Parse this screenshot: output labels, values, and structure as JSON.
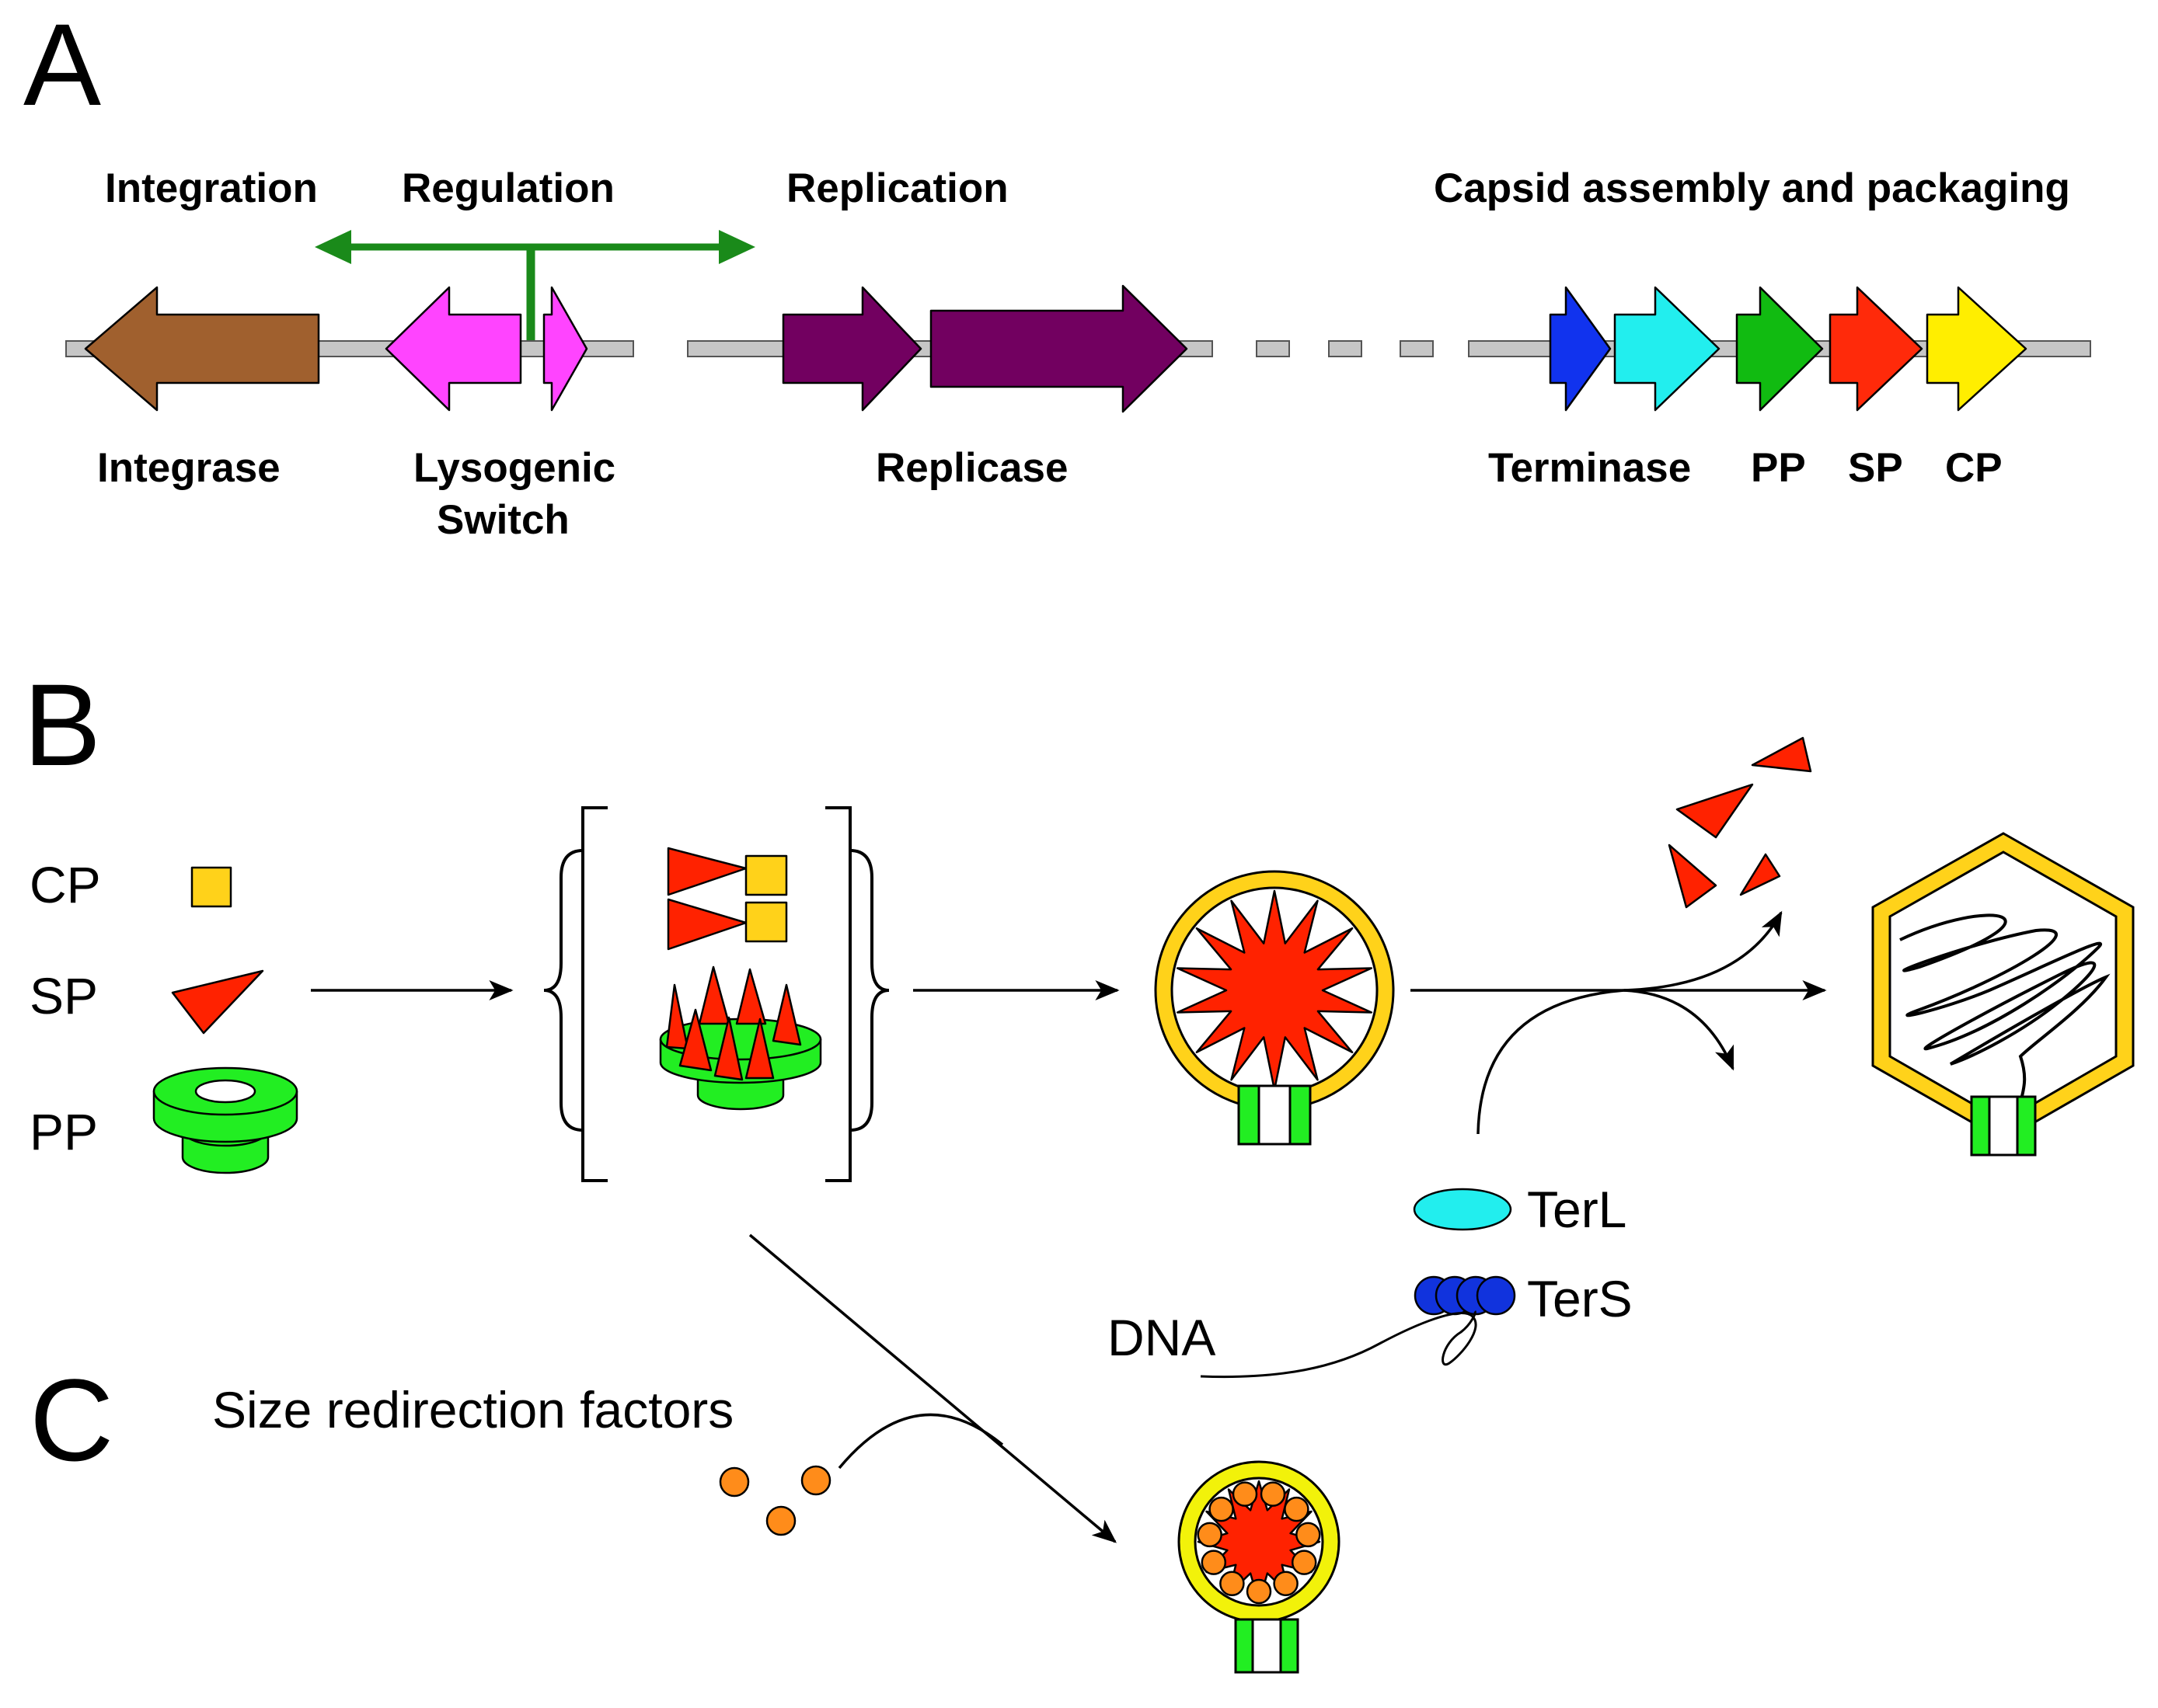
{
  "panels": {
    "a": "A",
    "b": "B",
    "c": "C"
  },
  "panel_a": {
    "categories": {
      "integration": "Integration",
      "regulation": "Regulation",
      "replication": "Replication",
      "capsid": "Capsid assembly and packaging"
    },
    "genes": {
      "integrase": "Integrase",
      "lysogenic_line1": "Lysogenic",
      "lysogenic_line2": "Switch",
      "replicase": "Replicase",
      "terminase": "Terminase",
      "pp": "PP",
      "sp": "SP",
      "cp": "CP"
    },
    "colors": {
      "integrase": "#a0602e",
      "lysogenic": "#ff44ff",
      "replicase": "#720060",
      "terminase_small": "#1133ee",
      "terminase_large": "#22eeee",
      "pp": "#11bb11",
      "sp": "#ff2a0a",
      "cp": "#ffee00",
      "regulation_arrow": "#1a8a1a",
      "genome": "#c6c6c6"
    }
  },
  "panel_b": {
    "legend": {
      "cp": "CP",
      "sp": "SP",
      "pp": "PP"
    },
    "terl": "TerL",
    "ters": "TerS",
    "dna": "DNA",
    "colors": {
      "capsid": "#ffd21a",
      "scaffold": "#ff2200",
      "portal": "#22ee22",
      "terl": "#22eeee",
      "ters": "#1133dd"
    }
  },
  "panel_c": {
    "factors": "Size redirection factors",
    "colors": {
      "factor": "#ff8c1a",
      "shell_outer": "#f2d21a",
      "shell_inner": "#f2f20a"
    }
  }
}
